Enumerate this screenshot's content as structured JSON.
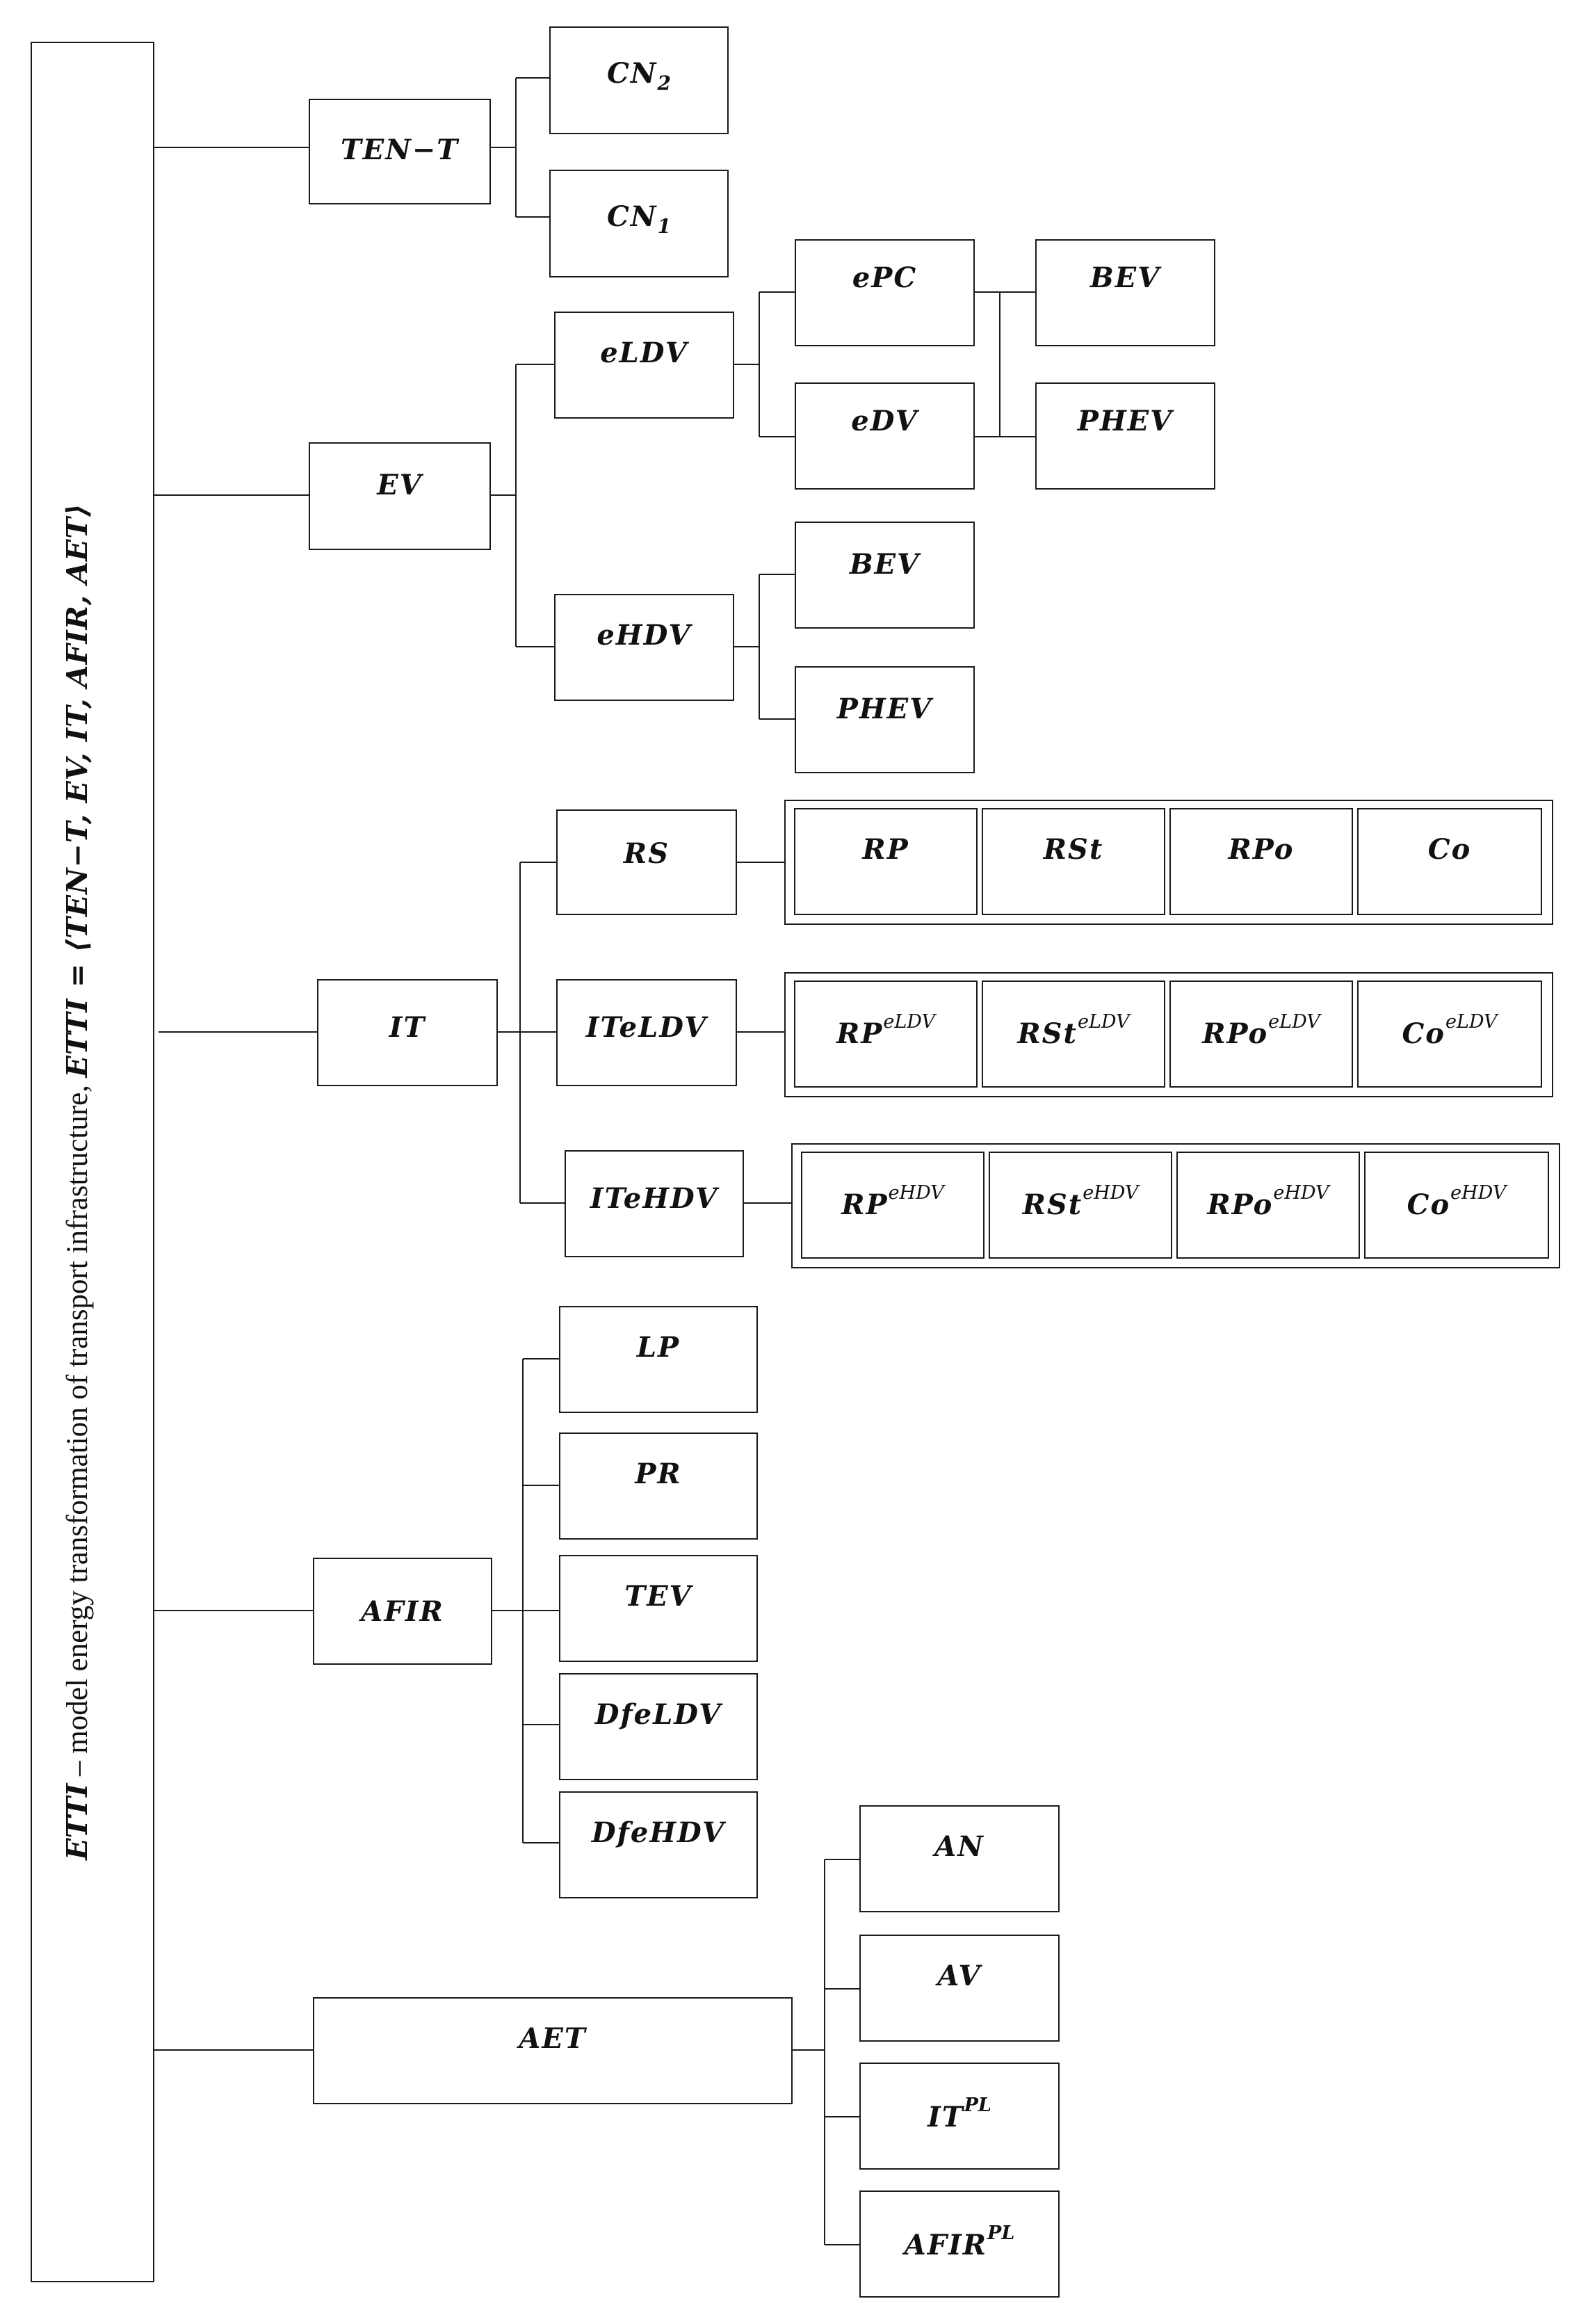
{
  "root": {
    "name": "ETTI",
    "description": " – model energy transformation of transport infrastructure, ",
    "formula": "ETTI = ⟨TEN−T, EV, IT, AFIR, AET⟩"
  },
  "nodes": {
    "ten_t": "TEN−T",
    "cn2": "CN",
    "cn2_sub": "2",
    "cn1": "CN",
    "cn1_sub": "1",
    "ev": "EV",
    "eldv": "eLDV",
    "ehdv": "eHDV",
    "epc": "ePC",
    "edv": "eDV",
    "bev_ldv": "BEV",
    "phev_ldv": "PHEV",
    "bev_hdv": "BEV",
    "phev_hdv": "PHEV",
    "it": "IT",
    "rs": "RS",
    "iteldv": "ITeLDV",
    "itehdv": "ITeHDV",
    "afir": "AFIR",
    "lp": "LP",
    "pr": "PR",
    "tev": "TEV",
    "dfeldv": "DfeLDV",
    "dfehdv": "DfeHDV",
    "aet": "AET",
    "an": "AN",
    "av": "AV",
    "it_pl": "IT",
    "it_pl_sup": "PL",
    "afir_pl": "AFIR",
    "afir_pl_sup": "PL"
  },
  "rs_group": [
    "RP",
    "RSt",
    "RPo",
    "Co"
  ],
  "ldv_group": {
    "items": [
      "RP",
      "RSt",
      "RPo",
      "Co"
    ],
    "sup": "eLDV"
  },
  "hdv_group": {
    "items": [
      "RP",
      "RSt",
      "RPo",
      "Co"
    ],
    "sup": "eHDV"
  }
}
